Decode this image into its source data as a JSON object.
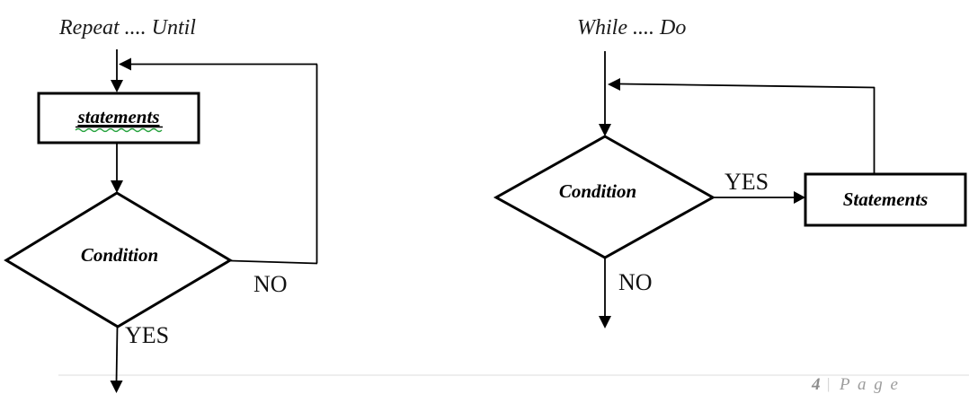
{
  "left_flow": {
    "title": "Repeat .... Until",
    "statements_label": "statements",
    "condition_label": "Condition",
    "no_label": "NO",
    "yes_label": "YES"
  },
  "right_flow": {
    "title": "While .... Do",
    "condition_label": "Condition",
    "yes_label": "YES",
    "statements_label": "Statements",
    "no_label": "NO"
  },
  "footer": {
    "page_number": "4",
    "separator": "|",
    "page_word": "P a g e"
  },
  "colors": {
    "line": "#000000",
    "spellcheck_squiggle": "#24a23c",
    "footer_divider": "#e8e8e8",
    "footer_number": "#8c8c8c",
    "footer_separator": "#c9c9c9",
    "footer_word": "#9c9c9c"
  }
}
